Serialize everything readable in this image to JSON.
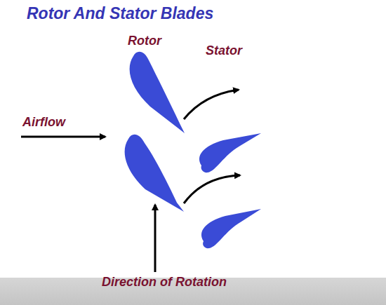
{
  "diagram": {
    "title": "Rotor And Stator Blades",
    "labels": [
      "Rotor",
      "Stator",
      "Airflow",
      "Direction of Rotation"
    ]
  }
}
